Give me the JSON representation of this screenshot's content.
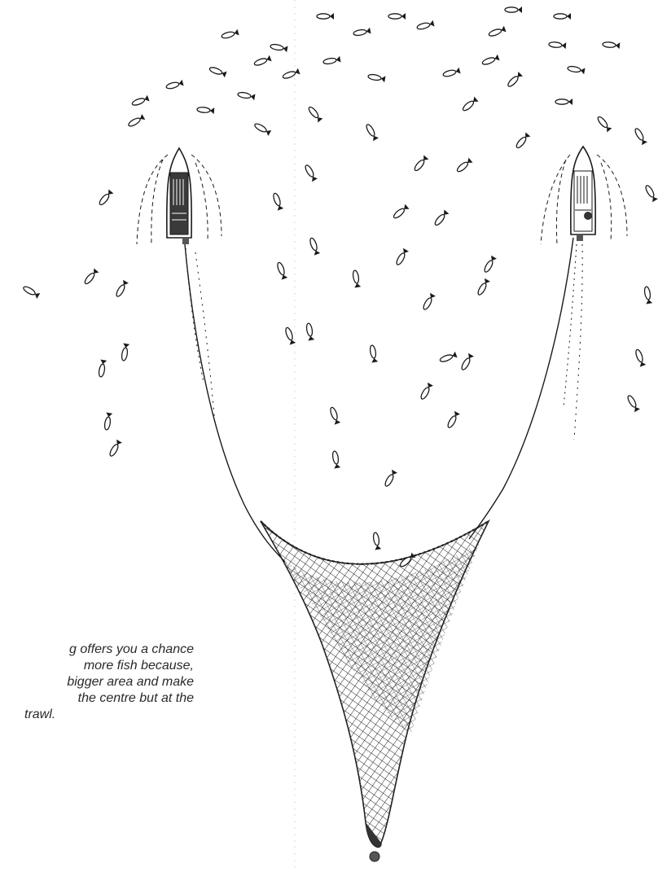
{
  "caption": {
    "lines": [
      "g offers you a chance",
      "more fish because,",
      "bigger area and make",
      "the centre but at the",
      "trawl."
    ]
  },
  "colors": {
    "ink": "#1a1a1a",
    "boat_fill": "#3a3a3a",
    "net": "#222222"
  },
  "icons": {
    "fish": "fish-icon",
    "boat": "boat-icon",
    "net": "trawl-net-icon"
  }
}
